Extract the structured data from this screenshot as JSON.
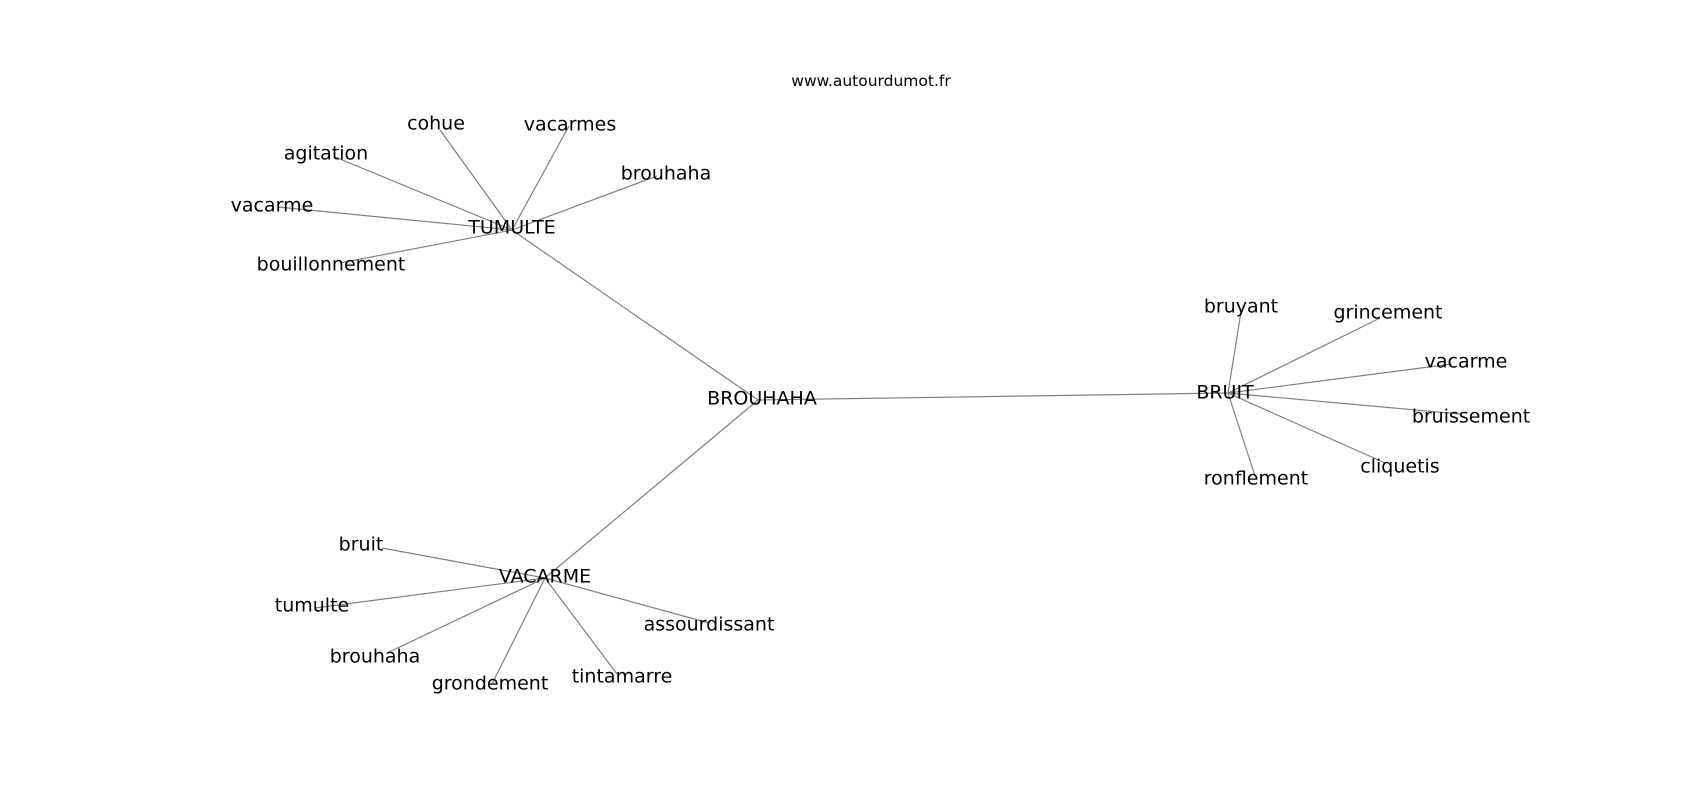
{
  "source_label": "www.autourdumot.fr",
  "colors": {
    "edge": "#808080",
    "text": "#000000",
    "background": "#ffffff"
  },
  "center": {
    "label": "BROUHAHA"
  },
  "clusters": [
    {
      "id": "tumulte",
      "label": "TUMULTE",
      "words": [
        "cohue",
        "vacarmes",
        "agitation",
        "brouhaha",
        "vacarme",
        "bouillonnement"
      ]
    },
    {
      "id": "bruit",
      "label": "BRUIT",
      "words": [
        "bruyant",
        "grincement",
        "vacarme",
        "bruissement",
        "cliquetis",
        "ronflement"
      ]
    },
    {
      "id": "vacarme",
      "label": "VACARME",
      "words": [
        "bruit",
        "tumulte",
        "brouhaha",
        "grondement",
        "tintamarre",
        "assourdissant"
      ]
    }
  ]
}
